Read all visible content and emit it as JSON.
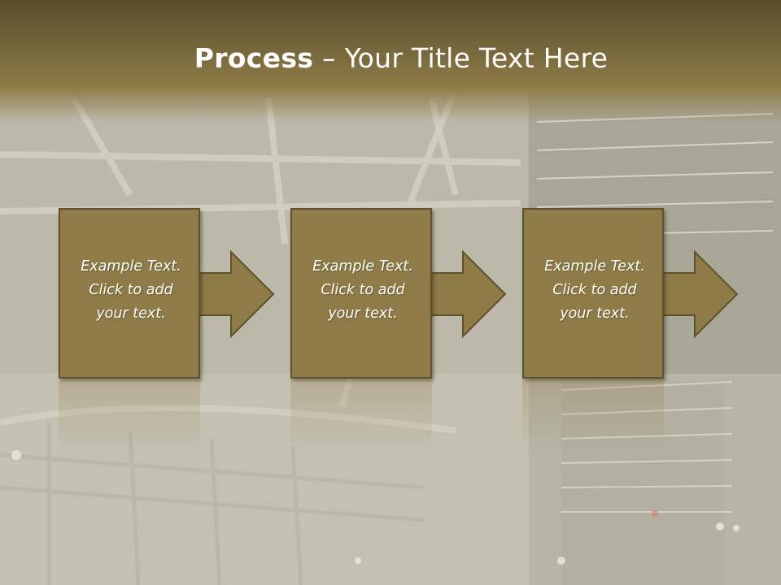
{
  "slide": {
    "title_bold": "Process",
    "title_rest": " – Your Title Text Here",
    "steps": [
      {
        "text": "Example Text.\nClick  to add\nyour text."
      },
      {
        "text": "Example Text.\nClick  to add\nyour text."
      },
      {
        "text": "Example Text.\nClick  to add\nyour text."
      }
    ]
  },
  "colors": {
    "title_bar": "#7a6a3e",
    "box_fill": "#8e7b47",
    "box_border": "#5e522d",
    "text": "#ffffff"
  }
}
